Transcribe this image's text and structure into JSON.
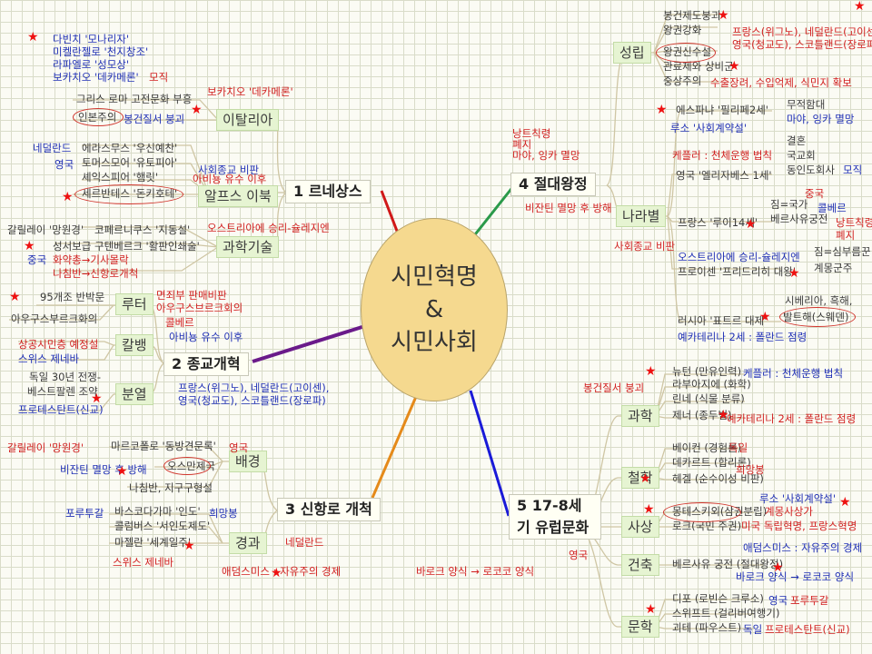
{
  "center": {
    "line1": "시민혁명",
    "line2": "&",
    "line3": "시민사회"
  },
  "main": {
    "m1": "1 르네상스",
    "m2": "2 종교개혁",
    "m3": "3 신항로 개척",
    "m4": "4 절대왕정",
    "m5": "5 17-8세기 유럽문화"
  },
  "sub": {
    "italy": "이탈리아",
    "alps": "알프스 이북",
    "science": "과학기술",
    "luther": "루터",
    "calvin": "칼뱅",
    "split": "분열",
    "background": "배경",
    "route": "경과",
    "establish": "성립",
    "nations": "나라별",
    "sci": "과학",
    "phil": "철학",
    "thought": "사상",
    "arch": "건축",
    "lit": "문학"
  },
  "ren": {
    "l1": "다빈치 '모나리자'",
    "l2": "미켈란젤로 '천지창조'",
    "l3": "라파엘로 '성모상'",
    "l4": "보카치오 '데카메론'",
    "l4r": "모직",
    "l5": "보카치오 '데카메론'",
    "l6": "그리스 로마 고전문화 부흥",
    "l7": "인본주의",
    "l8": "봉건질서 붕괴",
    "l9": "네덜란드",
    "l10": "영국",
    "l11": "에라스무스 '우신예찬'",
    "l12": "토머스모어 '유토피아'",
    "l13": "셰익스피어 '햄릿'",
    "l14": "세르반테스 '돈키호테'",
    "l15": "사회종교 비판",
    "l16": "아비뇽 유수 이후",
    "l17": "갈릴레이 '망원경'",
    "l18": "코페르니쿠스 '지동설'",
    "l19": "오스트리아에 승리-슐레지엔",
    "l20": "성서보급",
    "l21": "구텐베르크 '활판인쇄술'",
    "l22": "중국",
    "l23": "화약총→기사몰락",
    "l24": "나침반→신항로개척"
  },
  "ref": {
    "l1": "95개조 반박문",
    "l2": "면죄부 판매비판",
    "l3": "아우구스브르크회의",
    "l4": "아우구스부르크화의",
    "l5": "콜베르",
    "l6": "아비뇽 유수 이후",
    "l7": "상공시민층 예정설",
    "l8": "스위스 제네바",
    "l9": "독일 30년 전쟁-",
    "l10": "베스트팔렌 조약",
    "l11": "프로테스탄트(신교)",
    "l12": "프랑스(위그노), 네덜란드(고이센),",
    "l13": "영국(청교도), 스코틀랜드(장로파)"
  },
  "route": {
    "l1": "갈릴레이 '망원경'",
    "l2": "마르코폴로 '동방견문록'",
    "l3": "영국",
    "l4": "비잔틴 멸망 후 방해",
    "l5": "오스만제국",
    "l6": "나침반, 지구구형설",
    "l7": "포루투갈",
    "l8": "바스코다가마 '인도'",
    "l9": "희망봉",
    "l10": "콜럼버스 '서인도제도'",
    "l11": "마젤란 '세계일주'",
    "l12": "스위스 제네바",
    "l13": "네덜란드",
    "l14": "애덤스미스 : 자유주의 경제",
    "l15": "바로크 양식 → 로코코 양식"
  },
  "abs": {
    "l1": "봉건제도붕괴",
    "l2": "왕권강화",
    "l3": "프랑스(위그노), 네덜란드(고이센),",
    "l4": "영국(청교도), 스코틀랜드(장로파)",
    "l5": "왕권신수설",
    "l6": "관료제와 상비군",
    "l7": "중상주의",
    "l8": "수출장려, 수입억제, 식민지 확보",
    "l9": "낭트칙령",
    "l10": "폐지",
    "l11": "마야, 잉카 멸망",
    "l12": "에스파냐 '필리페2세'",
    "l13": "무적함대",
    "l14": "마야, 잉카 멸망",
    "l15": "루소 '사회계약설'",
    "l16": "결혼",
    "l17": "케플러 : 천체운행 법칙",
    "l18": "국교회",
    "l19": "동인도회사",
    "l20": "모직",
    "l21": "영국 '엘리자베스 1세'",
    "l22": "중국",
    "l23": "짐=국가",
    "l24": "콜베르",
    "l25": "프랑스 '루이14세'",
    "l26": "베르사유궁전",
    "l27": "낭트칙령",
    "l28": "폐지",
    "l29": "비잔틴 멸망 후 방해",
    "l30": "사회종교 비판",
    "l31": "오스트리아에 승리-슐레지엔",
    "l32": "짐=심부름꾼",
    "l33": "프로이센 '프리드리히 대왕'",
    "l34": "계몽군주",
    "l35": "시베리아, 흑해,",
    "l36": "발트해(스웨덴)",
    "l37": "러시아 '표트르 대제'",
    "l38": "예카테리나 2세 : 폴란드 점령"
  },
  "cul": {
    "l1": "뉴턴 (만유인력)",
    "l2": "케플러 : 천체운행 법칙",
    "l3": "라부아지에 (화학)",
    "l4": "봉건질서 붕괴",
    "l5": "린네 (식물 분류)",
    "l6": "제너 (종두법)",
    "l7": "예카테리나 2세 : 폴란드 점령",
    "l8": "베이컨 (경험론)",
    "l9": "독일",
    "l10": "데카르트 (합리론)",
    "l11": "희망봉",
    "l12": "헤겔 (순수이성 비판)",
    "l13": "루소 '사회계약설'",
    "l14": "몽테스키외(삼권분립)",
    "l15": "계몽사상가",
    "l16": "로크(국민 주권)",
    "l17": "미국 독립혁명, 프랑스혁명",
    "l18": "애덤스미스 : 자유주의 경제",
    "l19": "베르사유 궁전 (절대왕정)",
    "l20": "바로크 양식 → 로코코 양식",
    "l21": "영국",
    "l22": "디포 (로빈슨 크루소)",
    "l23": "영국",
    "l24": "포루투갈",
    "l25": "스위프트 (걸리버여행기)",
    "l26": "괴테 (파우스트)",
    "l27": "독일",
    "l28": "프로테스탄트(신교)"
  },
  "colors": {
    "main": "#222222",
    "blue": "#1f2fb5",
    "red": "#d11f1f",
    "bubble": "#e6f4d2",
    "center": "#f5d98f"
  }
}
